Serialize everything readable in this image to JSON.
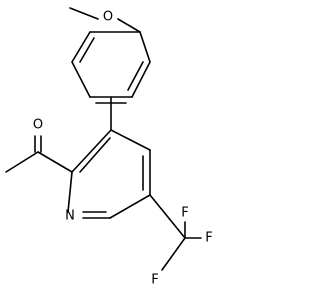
{
  "molecule": {
    "atoms": {
      "methoxy_oxygen": "O",
      "carbonyl_oxygen": "O",
      "pyridine_nitrogen": "N",
      "fluorine_top": "F",
      "fluorine_right": "F",
      "fluorine_bottom": "F"
    },
    "colors": {
      "ink": "#000000",
      "background": "#ffffff"
    }
  }
}
